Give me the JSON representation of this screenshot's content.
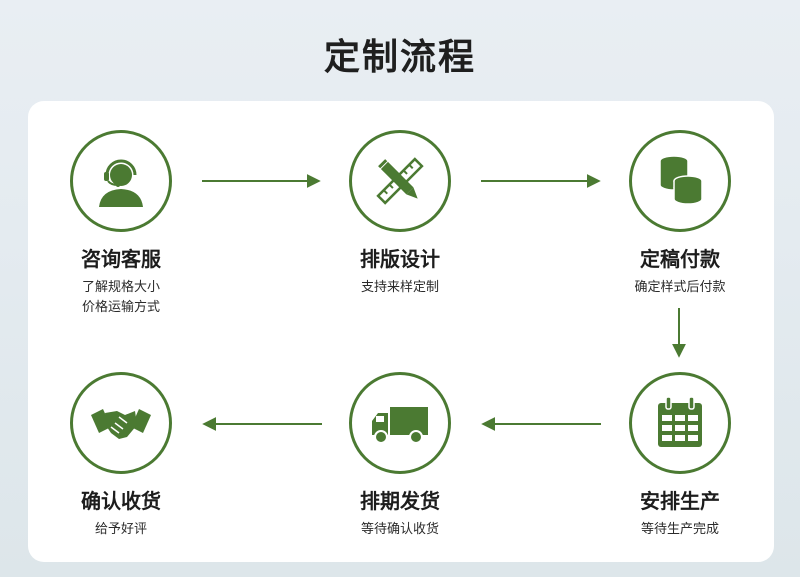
{
  "title": "定制流程",
  "accent_color": "#4b7a32",
  "steps": [
    {
      "icon": "headset-agent-icon",
      "title": "咨询客服",
      "desc_line1": "了解规格大小",
      "desc_line2": "价格运输方式"
    },
    {
      "icon": "pencil-ruler-icon",
      "title": "排版设计",
      "desc_line1": "支持来样定制",
      "desc_line2": ""
    },
    {
      "icon": "coins-icon",
      "title": "定稿付款",
      "desc_line1": "确定样式后付款",
      "desc_line2": ""
    },
    {
      "icon": "calendar-icon",
      "title": "安排生产",
      "desc_line1": "等待生产完成",
      "desc_line2": ""
    },
    {
      "icon": "delivery-truck-icon",
      "title": "排期发货",
      "desc_line1": "等待确认收货",
      "desc_line2": ""
    },
    {
      "icon": "handshake-icon",
      "title": "确认收货",
      "desc_line1": "给予好评",
      "desc_line2": ""
    }
  ]
}
